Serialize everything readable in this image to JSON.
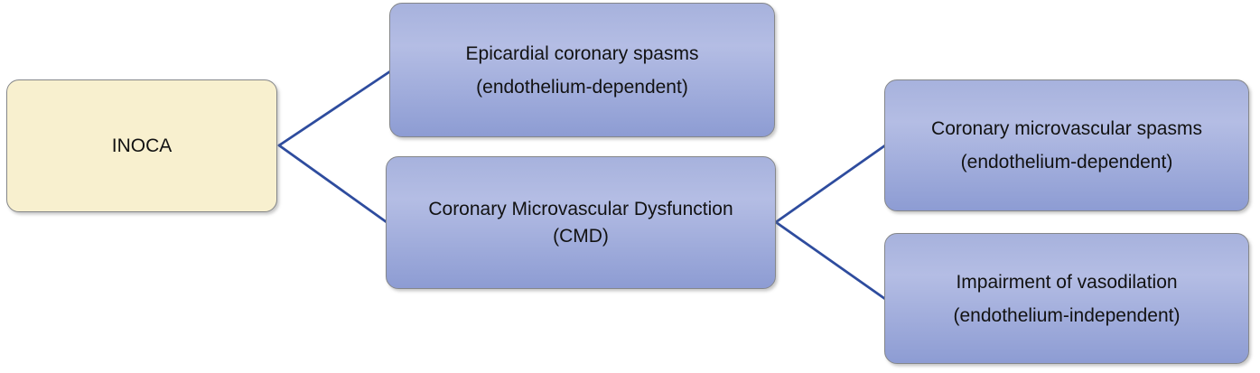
{
  "diagram": {
    "title": "INOCA classification diagram",
    "nodes": [
      {
        "id": "inoca",
        "label": "INOCA"
      },
      {
        "id": "epicardial-spasms",
        "lines": [
          "Epicardial coronary spasms",
          "(endothelium-dependent)"
        ]
      },
      {
        "id": "cmd",
        "lines": [
          "Coronary Microvascular Dysfunction",
          "(CMD)"
        ]
      },
      {
        "id": "microvascular-spasms",
        "lines": [
          "Coronary microvascular spasms",
          "(endothelium-dependent)"
        ]
      },
      {
        "id": "impaired-vasodilation",
        "lines": [
          "Impairment of vasodilation",
          "(endothelium-independent)"
        ]
      }
    ],
    "edges": [
      {
        "from": "inoca",
        "to": "epicardial-spasms"
      },
      {
        "from": "inoca",
        "to": "cmd"
      },
      {
        "from": "cmd",
        "to": "microvascular-spasms"
      },
      {
        "from": "cmd",
        "to": "impaired-vasodilation"
      }
    ],
    "colors": {
      "background": "#ffffff",
      "root_fill": "#f8f0cf",
      "branch_fill_top": "#a7b2dd",
      "branch_fill_mid": "#b4bde4",
      "branch_fill_bottom": "#8d9cd3",
      "border": "#85878a",
      "connector": "#2e4c9e",
      "text": "#121212"
    }
  }
}
